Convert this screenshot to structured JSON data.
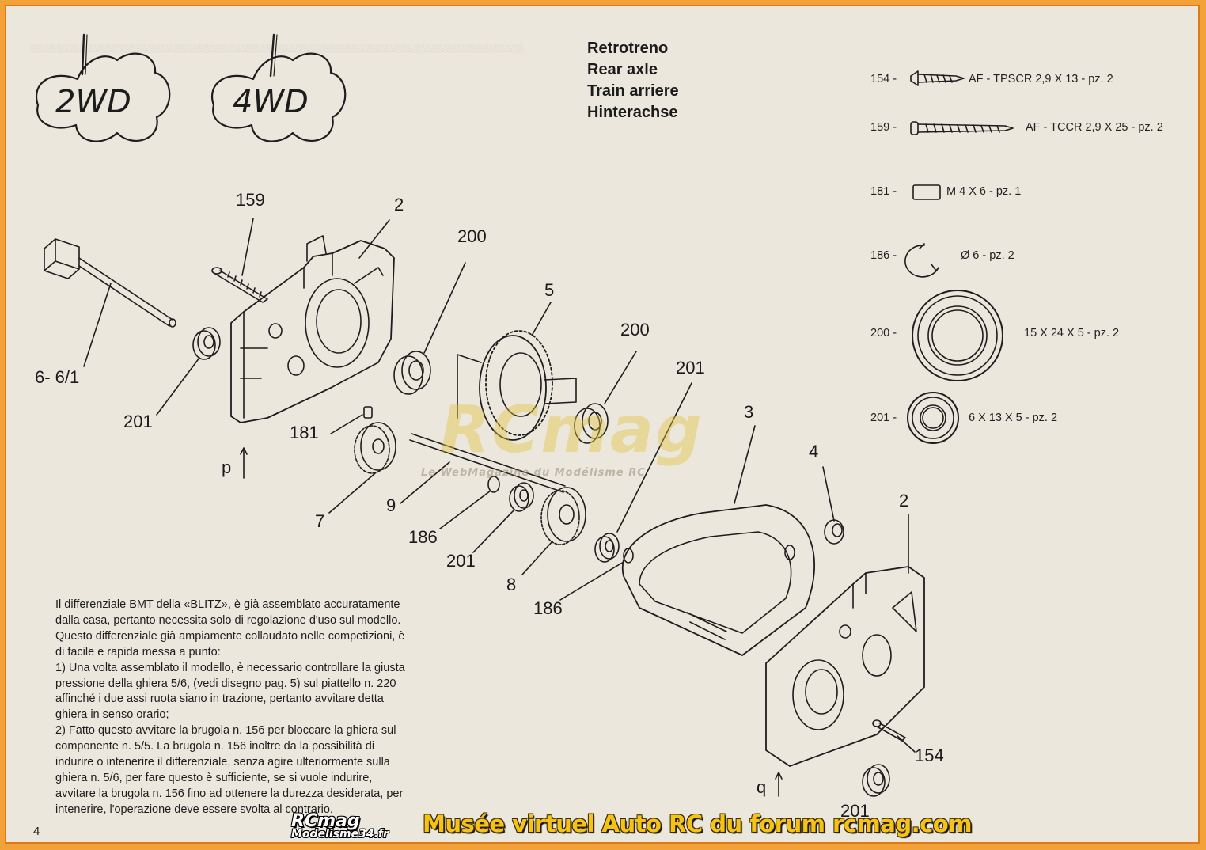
{
  "badges": {
    "left": "2WD",
    "right": "4WD"
  },
  "titles": [
    "Retrotreno",
    "Rear axle",
    "Train arriere",
    "Hinterachse"
  ],
  "parts": [
    {
      "number": "154 -",
      "desc": "AF - TPSCR 2,9 X 13 - pz. 2",
      "icon": "short-screw-icon"
    },
    {
      "number": "159 -",
      "desc": "AF - TCCR 2,9 X 25 - pz. 2",
      "icon": "long-screw-icon"
    },
    {
      "number": "181 -",
      "desc": "M 4 X 6 - pz. 1",
      "icon": "grub-screw-icon"
    },
    {
      "number": "186 -",
      "desc": "Ø 6 - pz. 2",
      "icon": "circlip-icon"
    },
    {
      "number": "200 -",
      "desc": "15 X 24 X 5 - pz. 2",
      "icon": "large-bearing-icon"
    },
    {
      "number": "201 -",
      "desc": "6 X 13 X 5 - pz. 2",
      "icon": "small-bearing-icon"
    }
  ],
  "callouts": [
    "159",
    "2",
    "200",
    "5",
    "200",
    "201",
    "3",
    "4",
    "2",
    "6- 6/1",
    "201",
    "181",
    "p",
    "7",
    "9",
    "186",
    "201",
    "8",
    "186",
    "154",
    "q",
    "201"
  ],
  "body_text": [
    "Il differenziale BMT della «BLITZ», è già assemblato accuratamente",
    "dalla casa, pertanto necessita solo di regolazione d'uso sul modello.",
    "Questo differenziale già ampiamente collaudato nelle competizioni, è",
    "di facile e rapida messa a punto:",
    "1) Una volta assemblato il modello, è necessario controllare la giusta",
    "pressione della ghiera 5/6, (vedi disegno pag. 5) sul piattello n. 220",
    "affinché i due assi ruota siano in trazione, pertanto avvitare detta",
    "ghiera in senso orario;",
    "2) Fatto questo avvitare la brugola n. 156 per bloccare la ghiera sul",
    "componente n. 5/5. La brugola n. 156 inoltre da la possibilità di",
    "indurire o intenerire il differenziale, senza agire ulteriormente sulla",
    "ghiera n. 5/6, per fare questo è sufficiente, se si vuole indurire,",
    "avvitare la brugola n. 156 fino ad ottenere la durezza desiderata, per",
    "intenerire, l'operazione deve essere svolta al contrario."
  ],
  "page_number": "4",
  "watermark": {
    "main": "RCmag",
    "sub": "Le WebMagazine du Modélisme RC"
  },
  "footer": {
    "logo_main": "RCmag",
    "logo_sub": "Modelisme34.fr",
    "title": "Musée virtuel Auto RC du forum rcmag.com"
  },
  "colors": {
    "border": "#e07a12",
    "paper": "#ece7dd",
    "ink": "#1a1a1a",
    "footer_text": "#f5c318"
  }
}
